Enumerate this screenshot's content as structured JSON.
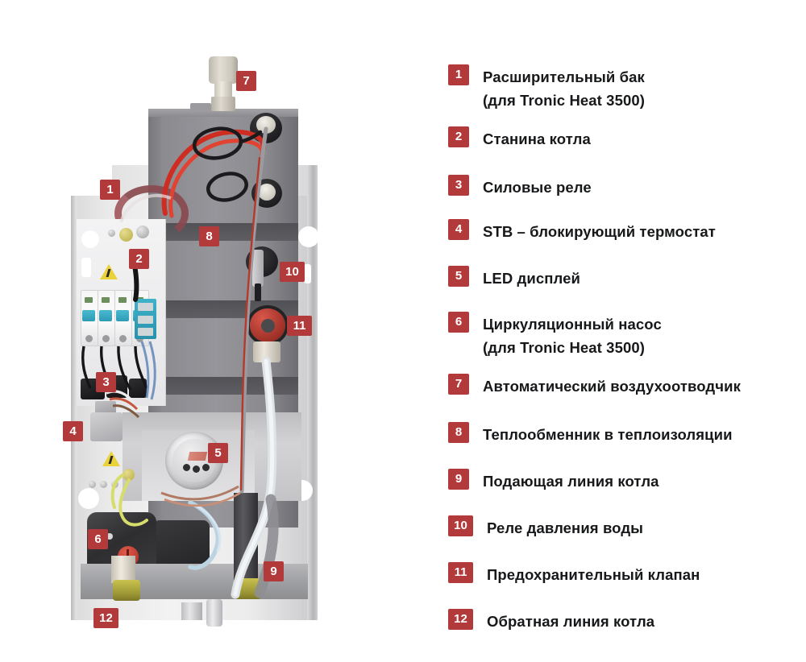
{
  "diagram": {
    "title": "Tronic Heat electric boiler — internal components",
    "accent_color": "#b33a3a",
    "text_color": "#17181a",
    "background": "#ffffff"
  },
  "legend": {
    "items": [
      {
        "number": "1",
        "label": "Расширительный бак\n(для Tronic Heat 3500)"
      },
      {
        "number": "2",
        "label": "Станина котла"
      },
      {
        "number": "3",
        "label": "Силовые реле"
      },
      {
        "number": "4",
        "label": "STB – блокирующий термостат"
      },
      {
        "number": "5",
        "label": "LED дисплей"
      },
      {
        "number": "6",
        "label": "Циркуляционный насос\n(для Tronic Heat 3500)"
      },
      {
        "number": "7",
        "label": "Автоматический воздухоотводчик"
      },
      {
        "number": "8",
        "label": "Теплообменник в теплоизоляции"
      },
      {
        "number": "9",
        "label": "Подающая линия котла"
      },
      {
        "number": "10",
        "label": "Реле давления воды"
      },
      {
        "number": "11",
        "label": "Предохранительный клапан"
      },
      {
        "number": "12",
        "label": "Обратная линия котла"
      }
    ]
  },
  "callouts": {
    "markers": [
      {
        "number": "7",
        "target": "automatic-air-vent"
      },
      {
        "number": "1",
        "target": "expansion-tank"
      },
      {
        "number": "8",
        "target": "heat-exchanger"
      },
      {
        "number": "2",
        "target": "boiler-frame"
      },
      {
        "number": "10",
        "target": "water-pressure-switch"
      },
      {
        "number": "11",
        "target": "safety-valve"
      },
      {
        "number": "3",
        "target": "power-relays"
      },
      {
        "number": "4",
        "target": "stb-thermostat"
      },
      {
        "number": "5",
        "target": "led-display"
      },
      {
        "number": "6",
        "target": "circulation-pump"
      },
      {
        "number": "9",
        "target": "boiler-supply-line"
      },
      {
        "number": "12",
        "target": "boiler-return-line"
      }
    ]
  }
}
